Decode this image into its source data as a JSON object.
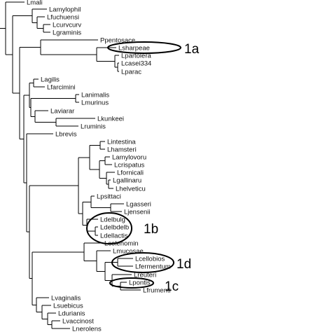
{
  "tree": {
    "taxa": [
      "Lmali",
      "Lamylophil",
      "Lfuchuensi",
      "Lcurvcurv",
      "Lgraminis",
      "Ppentosace",
      "Lsharpeae",
      "Lpartolera",
      "Lcasei334",
      "Lparac",
      "Lagilis",
      "Lfarcimini",
      "Lanimalis",
      "Lmurinus",
      "Laviarar",
      "Lkunkeei",
      "Lruminis",
      "Lbrevis",
      "Lintestina",
      "Lhamsteri",
      "Lamylovoru",
      "Lcrispatus",
      "Lfornicali",
      "Lgallinaru",
      "Lhelveticu",
      "Lpsittaci",
      "Lgasseri",
      "Ljensenii",
      "Ldelbulg",
      "Ldelbdelb",
      "Ldellactis",
      "Lcolehomin",
      "Lmucosae",
      "Lcellobios",
      "Lfermentum",
      "Lreuteri",
      "Lpontis",
      "Lfrumenti",
      "Lvaginalis",
      "Lsuebicus",
      "Ldurianis",
      "Lvaccinost",
      "Lnerolens"
    ],
    "groups": [
      {
        "label": "1a",
        "members": [
          "Lsharpeae"
        ]
      },
      {
        "label": "1b",
        "members": [
          "Ldelbulg",
          "Ldelbdelb",
          "Ldellactis"
        ]
      },
      {
        "label": "1c",
        "members": [
          "Lpontis"
        ]
      },
      {
        "label": "1d",
        "members": [
          "Lcellobios",
          "Lfermentum"
        ]
      }
    ]
  }
}
